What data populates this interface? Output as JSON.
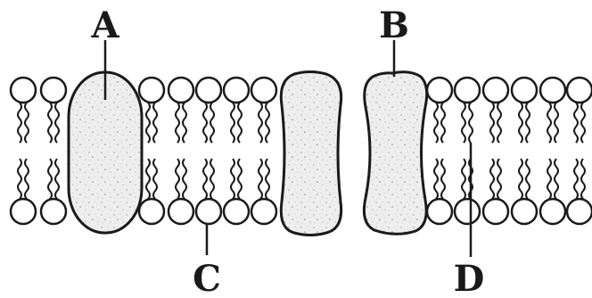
{
  "diagram": {
    "labels": {
      "a": "A",
      "b": "B",
      "c": "C",
      "d": "D"
    },
    "colors": {
      "ink": "#1a1a1a",
      "protein_fill": "#ececec",
      "background": "#ffffff"
    }
  }
}
